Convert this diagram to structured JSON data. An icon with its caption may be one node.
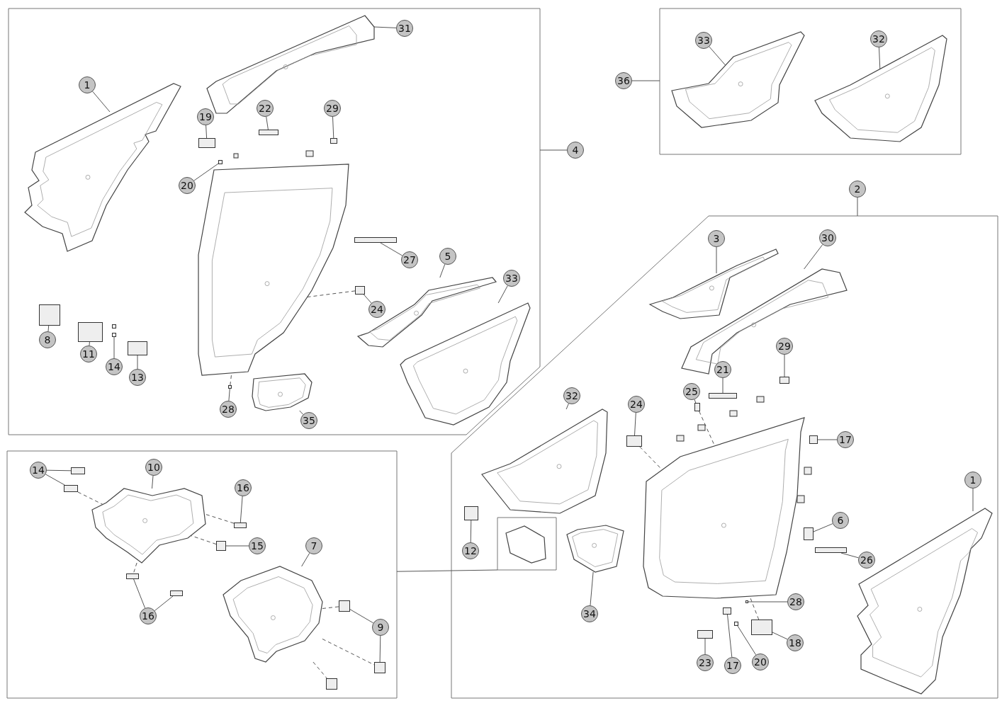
{
  "diagram": {
    "nodes": [
      {
        "text": [],
        "shape": "box"
      },
      {
        "text": [
          "31"
        ],
        "in": 0
      },
      {
        "text": [
          "1"
        ],
        "in": 0
      },
      {
        "text": [
          "19"
        ],
        "in": 0
      },
      {
        "text": [
          "22"
        ],
        "in": 0
      },
      {
        "text": [
          "29"
        ],
        "in": 0
      },
      {
        "text": [
          "20"
        ],
        "in": 0
      },
      {
        "text": [
          "27"
        ],
        "in": 0
      },
      {
        "text": [
          "5"
        ],
        "in": 0
      },
      {
        "text": [
          "33"
        ],
        "in": 0
      },
      {
        "text": [
          "24"
        ],
        "in": 0
      },
      {
        "text": [
          "8"
        ],
        "in": 0
      },
      {
        "text": [
          "11"
        ],
        "in": 0
      },
      {
        "text": [
          "14"
        ],
        "in": 0
      },
      {
        "text": [
          "13"
        ],
        "in": 0
      },
      {
        "text": [
          "28"
        ],
        "in": 0
      },
      {
        "text": [
          "35"
        ],
        "in": 0
      },
      {
        "text": [
          "4"
        ]
      },
      {
        "text": [],
        "shape": "box"
      },
      {
        "text": [
          "36"
        ]
      },
      {
        "text": [
          "33"
        ],
        "in": 18
      },
      {
        "text": [
          "32"
        ],
        "in": 18
      },
      {
        "text": [
          "2"
        ]
      },
      {
        "text": [],
        "shape": "box"
      },
      {
        "text": [
          "3"
        ],
        "in": 23
      },
      {
        "text": [
          "30"
        ],
        "in": 23
      },
      {
        "text": [
          "29"
        ],
        "in": 23
      },
      {
        "text": [
          "21"
        ],
        "in": 23
      },
      {
        "text": [
          "25"
        ],
        "in": 23
      },
      {
        "text": [
          "32"
        ],
        "in": 23
      },
      {
        "text": [
          "24"
        ],
        "in": 23
      },
      {
        "text": [
          "17"
        ],
        "in": 23
      },
      {
        "text": [
          "1"
        ],
        "in": 23
      },
      {
        "text": [
          "6"
        ],
        "in": 23
      },
      {
        "text": [
          "12"
        ],
        "in": 23
      },
      {
        "text": [],
        "shape": "box",
        "in": 23
      },
      {
        "text": [
          "26"
        ],
        "in": 23
      },
      {
        "text": [
          "34"
        ],
        "in": 23
      },
      {
        "text": [
          "28"
        ],
        "in": 23
      },
      {
        "text": [
          "18"
        ],
        "in": 23
      },
      {
        "text": [
          "23"
        ],
        "in": 23
      },
      {
        "text": [
          "17"
        ],
        "in": 23
      },
      {
        "text": [
          "20"
        ],
        "in": 23
      },
      {
        "text": [],
        "shape": "box"
      },
      {
        "text": [
          "14"
        ],
        "in": 43
      },
      {
        "text": [
          "10"
        ],
        "in": 43
      },
      {
        "text": [
          "16"
        ],
        "in": 43
      },
      {
        "text": [
          "15"
        ],
        "in": 43
      },
      {
        "text": [
          "7"
        ],
        "in": 43
      },
      {
        "text": [
          "16"
        ],
        "in": 43
      },
      {
        "text": [
          "9"
        ],
        "in": 43
      },
      {
        "text": [],
        "shape": "picture",
        "in": 0
      },
      {
        "text": [],
        "shape": "picture",
        "in": 0
      },
      {
        "text": [],
        "shape": "box",
        "in": 0
      },
      {
        "text": [],
        "shape": "box",
        "in": 0
      },
      {
        "text": [],
        "shape": "box",
        "in": 0
      },
      {
        "text": [],
        "shape": "box",
        "in": 0
      },
      {
        "text": [],
        "shape": "box",
        "in": 0
      },
      {
        "text": [],
        "shape": "picture",
        "in": 0
      },
      {
        "text": [],
        "shape": "picture",
        "in": 0
      },
      {
        "text": [],
        "shape": "box",
        "in": 0
      },
      {
        "text": [],
        "shape": "box",
        "in": 0
      },
      {
        "text": [],
        "shape": "box",
        "in": 0
      },
      {
        "text": [],
        "shape": "box",
        "in": 0
      },
      {
        "text": [],
        "shape": "box",
        "in": 0
      },
      {
        "text": [],
        "shape": "box",
        "in": 0
      },
      {
        "text": [],
        "shape": "box",
        "in": 0
      },
      {
        "text": [],
        "shape": "picture",
        "in": 0
      },
      {
        "text": [],
        "shape": "picture",
        "in": 18
      },
      {
        "text": [],
        "shape": "picture",
        "in": 18
      },
      {
        "text": [],
        "shape": "picture",
        "in": 23
      },
      {
        "text": [],
        "shape": "picture",
        "in": 23
      },
      {
        "text": [],
        "shape": "box",
        "in": 23
      },
      {
        "text": [],
        "shape": "box",
        "in": 23
      },
      {
        "text": [],
        "shape": "box",
        "in": 23
      },
      {
        "text": [],
        "shape": "picture",
        "in": 23
      },
      {
        "text": [],
        "shape": "box",
        "in": 23
      },
      {
        "text": [],
        "shape": "box",
        "in": 23
      },
      {
        "text": [],
        "shape": "picture",
        "in": 23
      },
      {
        "text": [],
        "shape": "box",
        "in": 23
      },
      {
        "text": [],
        "shape": "box",
        "in": 23
      },
      {
        "text": [],
        "shape": "box",
        "in": 23
      },
      {
        "text": [],
        "shape": "picture",
        "in": 23
      },
      {
        "text": [],
        "shape": "box",
        "in": 23
      },
      {
        "text": [],
        "shape": "box",
        "in": 23
      },
      {
        "text": [],
        "shape": "box",
        "in": 23
      },
      {
        "text": [],
        "shape": "box",
        "in": 23
      },
      {
        "text": [],
        "shape": "box",
        "in": 23
      },
      {
        "text": [],
        "shape": "box",
        "in": 43
      },
      {
        "text": [],
        "shape": "box",
        "in": 43
      },
      {
        "text": [],
        "shape": "picture",
        "in": 43
      },
      {
        "text": [],
        "shape": "box",
        "in": 43
      },
      {
        "text": [],
        "shape": "box",
        "in": 43
      },
      {
        "text": [],
        "shape": "picture",
        "in": 43
      },
      {
        "text": [],
        "shape": "box",
        "in": 43
      },
      {
        "text": [],
        "shape": "box",
        "in": 43
      },
      {
        "text": [],
        "shape": "box",
        "in": 43
      },
      {
        "text": [],
        "shape": "box",
        "in": 43
      },
      {
        "text": [],
        "shape": "box",
        "in": 43
      },
      {
        "text": [],
        "shape": "picture",
        "in": 0
      },
      {
        "text": [],
        "shape": "picture",
        "in": 23
      }
    ],
    "edges": [
      {
        "from": 1,
        "to": 51,
        "arrow": "none"
      },
      {
        "from": 2,
        "to": 52,
        "arrow": "none"
      },
      {
        "from": 3,
        "to": 53,
        "arrow": "none"
      },
      {
        "from": 4,
        "to": 54,
        "arrow": "none"
      },
      {
        "from": 5,
        "to": 55,
        "arrow": "none"
      },
      {
        "from": 6,
        "to": 56,
        "arrow": "none"
      },
      {
        "from": 7,
        "to": 57,
        "arrow": "none"
      },
      {
        "from": 8,
        "to": 58,
        "arrow": "none"
      },
      {
        "from": 9,
        "to": 59,
        "arrow": "none"
      },
      {
        "from": 10,
        "to": 60,
        "arrow": "none"
      },
      {
        "from": 11,
        "to": 61,
        "arrow": "none"
      },
      {
        "from": 12,
        "to": 62,
        "arrow": "none"
      },
      {
        "from": 13,
        "to": 64,
        "arrow": "none"
      },
      {
        "from": 14,
        "to": 65,
        "arrow": "none"
      },
      {
        "from": 15,
        "to": 66,
        "arrow": "none"
      },
      {
        "from": 16,
        "to": 67,
        "arrow": "none"
      },
      {
        "from": 17,
        "to": 0,
        "arrow": "none"
      },
      {
        "from": 19,
        "to": 18,
        "arrow": "none"
      },
      {
        "from": 20,
        "to": 68,
        "arrow": "none"
      },
      {
        "from": 21,
        "to": 69,
        "arrow": "none"
      },
      {
        "from": 22,
        "to": 23,
        "arrow": "none"
      },
      {
        "from": 24,
        "to": 70,
        "arrow": "none"
      },
      {
        "from": 25,
        "to": 71,
        "arrow": "none"
      },
      {
        "from": 26,
        "to": 72,
        "arrow": "none"
      },
      {
        "from": 27,
        "to": 73,
        "arrow": "none"
      },
      {
        "from": 28,
        "to": 74,
        "arrow": "none"
      },
      {
        "from": 29,
        "to": 75,
        "arrow": "none"
      },
      {
        "from": 30,
        "to": 76,
        "arrow": "none"
      },
      {
        "from": 31,
        "to": 77,
        "arrow": "none"
      },
      {
        "from": 32,
        "to": 78,
        "arrow": "none"
      },
      {
        "from": 33,
        "to": 79,
        "arrow": "none"
      },
      {
        "from": 34,
        "to": 80,
        "arrow": "none"
      },
      {
        "from": 36,
        "to": 81,
        "arrow": "none"
      },
      {
        "from": 37,
        "to": 82,
        "arrow": "none"
      },
      {
        "from": 38,
        "to": 83,
        "arrow": "none"
      },
      {
        "from": 39,
        "to": 84,
        "arrow": "none"
      },
      {
        "from": 40,
        "to": 85,
        "arrow": "none"
      },
      {
        "from": 41,
        "to": 86,
        "arrow": "none"
      },
      {
        "from": 42,
        "to": 87,
        "arrow": "none"
      },
      {
        "from": 43,
        "to": 35,
        "arrow": "none"
      },
      {
        "from": 44,
        "to": 88,
        "arrow": "none"
      },
      {
        "from": 44,
        "to": 89,
        "arrow": "none"
      },
      {
        "from": 45,
        "to": 90,
        "arrow": "none"
      },
      {
        "from": 46,
        "to": 91,
        "arrow": "none"
      },
      {
        "from": 47,
        "to": 92,
        "arrow": "none"
      },
      {
        "from": 48,
        "to": 93,
        "arrow": "none"
      },
      {
        "from": 49,
        "to": 94,
        "arrow": "none"
      },
      {
        "from": 49,
        "to": 95,
        "arrow": "none"
      },
      {
        "from": 50,
        "to": 96,
        "arrow": "none"
      },
      {
        "from": 50,
        "to": 97,
        "arrow": "none"
      },
      {
        "from": 89,
        "to": 90,
        "arrow": "none",
        "style": "dashed"
      },
      {
        "from": 91,
        "to": 90,
        "arrow": "none",
        "style": "dashed"
      },
      {
        "from": 92,
        "to": 90,
        "arrow": "none",
        "style": "dashed"
      },
      {
        "from": 90,
        "to": 94,
        "arrow": "none",
        "style": "dashed"
      },
      {
        "from": 93,
        "to": 96,
        "arrow": "none",
        "style": "dashed"
      },
      {
        "from": 93,
        "to": 97,
        "arrow": "none",
        "style": "dashed"
      },
      {
        "from": 93,
        "to": 98,
        "arrow": "none",
        "style": "dashed"
      },
      {
        "from": 60,
        "to": 99,
        "arrow": "none",
        "style": "dashed"
      },
      {
        "from": 66,
        "to": 99,
        "arrow": "none",
        "style": "dashed"
      },
      {
        "from": 76,
        "to": 100,
        "arrow": "none",
        "style": "dashed"
      },
      {
        "from": 74,
        "to": 100,
        "arrow": "none",
        "style": "dashed"
      },
      {
        "from": 84,
        "to": 100,
        "arrow": "none",
        "style": "dashed"
      }
    ]
  }
}
